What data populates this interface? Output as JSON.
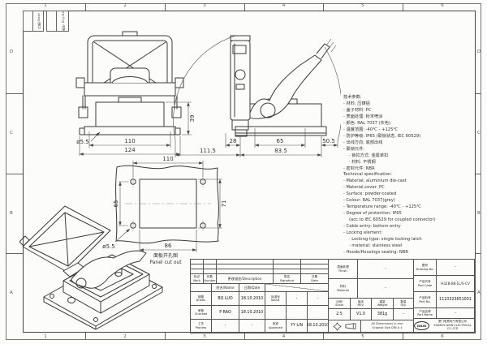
{
  "sheet": {
    "grid_columns": [
      "1",
      "2",
      "3",
      "4",
      "5",
      "6"
    ],
    "grid_rows": [
      "D",
      "C",
      "B",
      "A"
    ],
    "corner": {
      "date": "日期/Date",
      "drg": "图号 Drg.No"
    }
  },
  "views": {
    "front": {
      "dims": {
        "hole": "ø5.5",
        "inner_width": "110",
        "outer_width": "124",
        "height": "39"
      }
    },
    "side": {
      "dims": {
        "d28": "28",
        "d65": "65",
        "d50_5": "50.5",
        "d111_5": "111.5",
        "d83_5": "83.5"
      }
    },
    "cutout": {
      "dims": {
        "width": "110",
        "height_left": "65",
        "height_right": "71",
        "width_bottom": "86",
        "hole": "ø5.5"
      },
      "caption_cn": "面板开孔图",
      "caption_en": "Panel cut out"
    }
  },
  "specs_cn": {
    "title": "技术参数:",
    "lines": [
      "- 材料: 压铸铝",
      "- 盖子材料: PC",
      "- 表面处理: 粉末喷涂",
      "- 颜色: RAL 7037 (灰色)",
      "- 温度范围: -40℃ - +125℃",
      "- 防护等级: IP65 (联锁状态, IEC 60529)",
      "- 出线方向: 底部出线",
      "- 联锁元件:",
      "· 锁扣方式: 金属单扣",
      "· 材料: 不锈钢",
      "- 密封元件: NBR"
    ]
  },
  "specs_en": {
    "title": "Technical specification:",
    "lines": [
      "- Material: aluminium die-cast",
      "- Material,cover: PC",
      "- Surface: powder-coated",
      "- Colour: RAL 7037(grey)",
      "- Temperature range: -40℃ - +125℃",
      "- Degree of protection: IP65",
      "(acc.to IEC 60529 for coupled connector)",
      "- Cable entry: bottom entry",
      "- Locking element:",
      "· Locking type: single locking latch",
      "· material: stainless steel",
      "- Hoods/Housings sealing: NBR"
    ]
  },
  "titleblock": {
    "header": {
      "mark": {
        "cn": "标记",
        "en": "Mark"
      },
      "number": {
        "cn": "处数",
        "en": "Number"
      },
      "description": "更改描述/Description",
      "signature": {
        "cn": "签名",
        "en": "Signature"
      },
      "date": {
        "cn": "日期",
        "en": "Date"
      }
    },
    "subheader": {
      "name": "姓名/Name",
      "date": "日期/Date"
    },
    "sig": {
      "drawn": {
        "cn": "制图",
        "en": "Drawn",
        "name": "BQ LUO",
        "date": "18.10.2010"
      },
      "checked": {
        "cn": "审核",
        "en": "Checked",
        "name": "P RAO",
        "date": "18.10.2010"
      },
      "process": {
        "cn": "工艺",
        "en": "Process",
        "name": "-",
        "date": "-"
      },
      "stand": {
        "cn": "标准化",
        "en": "Stand.",
        "name": "-",
        "date": "-"
      },
      "approved": {
        "cn": "批准",
        "en": "Approved",
        "name": "YY LIN",
        "date": "18.10.2010"
      }
    },
    "finish": {
      "cn": "表面处理",
      "en": "Finish",
      "value": "-"
    },
    "material": {
      "cn": "材料",
      "en": "Material",
      "value": "-"
    },
    "scale": {
      "cn": "比例",
      "en": "Scale",
      "value": "2:5"
    },
    "rev": {
      "cn": "版本",
      "en": "REV.",
      "value": "V1.0"
    },
    "weight": {
      "cn": "重量",
      "en": "Weight",
      "value": "381g"
    },
    "qty": {
      "cn": "数量",
      "en": "Qty.",
      "value": "-"
    },
    "drawing_no": {
      "cn": "图号",
      "en": "Drawing No.",
      "value": "-"
    },
    "part_code": {
      "cn": "产品代号",
      "en": "Part Code",
      "value": "H32B-BK-1L/S-CV"
    },
    "part_no": {
      "cn": "产品料号",
      "en": "Part No.",
      "value": "1110323651001"
    },
    "part_name": {
      "cn": "产品名称",
      "en": "Part Name",
      "value": "-"
    },
    "notes": {
      "line1": "All Dimensions in mm",
      "line2": "Original Size DIN A 4"
    },
    "company": {
      "logo": "WAIN",
      "cn": "厦门唯恩电气有限公司",
      "en": "XIAMEN WAIN ELECTRICAL CO.,LTD"
    }
  }
}
